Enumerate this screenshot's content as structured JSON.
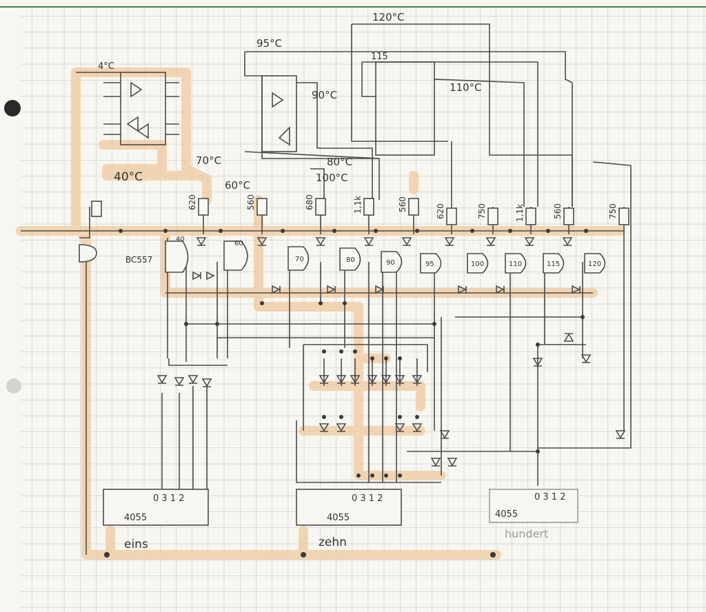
{
  "colors": {
    "paper": "#f7f6f1",
    "grid": "#b9bfc4",
    "pencil": "#4a4a4a",
    "highlight": "#f0cfa8",
    "hole": "#2a2a2a"
  },
  "temps_top": [
    "120°C",
    "95°C",
    "115",
    "90°C",
    "110°C",
    "4°C",
    "40°C",
    "70°C",
    "60°C",
    "80°C",
    "100°C"
  ],
  "resistors": [
    "620",
    "560",
    "680",
    "1,1k",
    "560",
    "620",
    "750",
    "1,1k",
    "560",
    "750"
  ],
  "transistor_label": "BC557",
  "gate_numbers": [
    "40",
    "60",
    "70",
    "80",
    "90",
    "95",
    "100",
    "110",
    "115",
    "120"
  ],
  "chips": [
    {
      "pins": "0 3 1 2",
      "part": "4055",
      "caption": "eins"
    },
    {
      "pins": "0 3 1 2",
      "part": "4055",
      "caption": "zehn"
    },
    {
      "pins": "0 3 1 2",
      "part": "4055",
      "caption": "hundert"
    }
  ]
}
